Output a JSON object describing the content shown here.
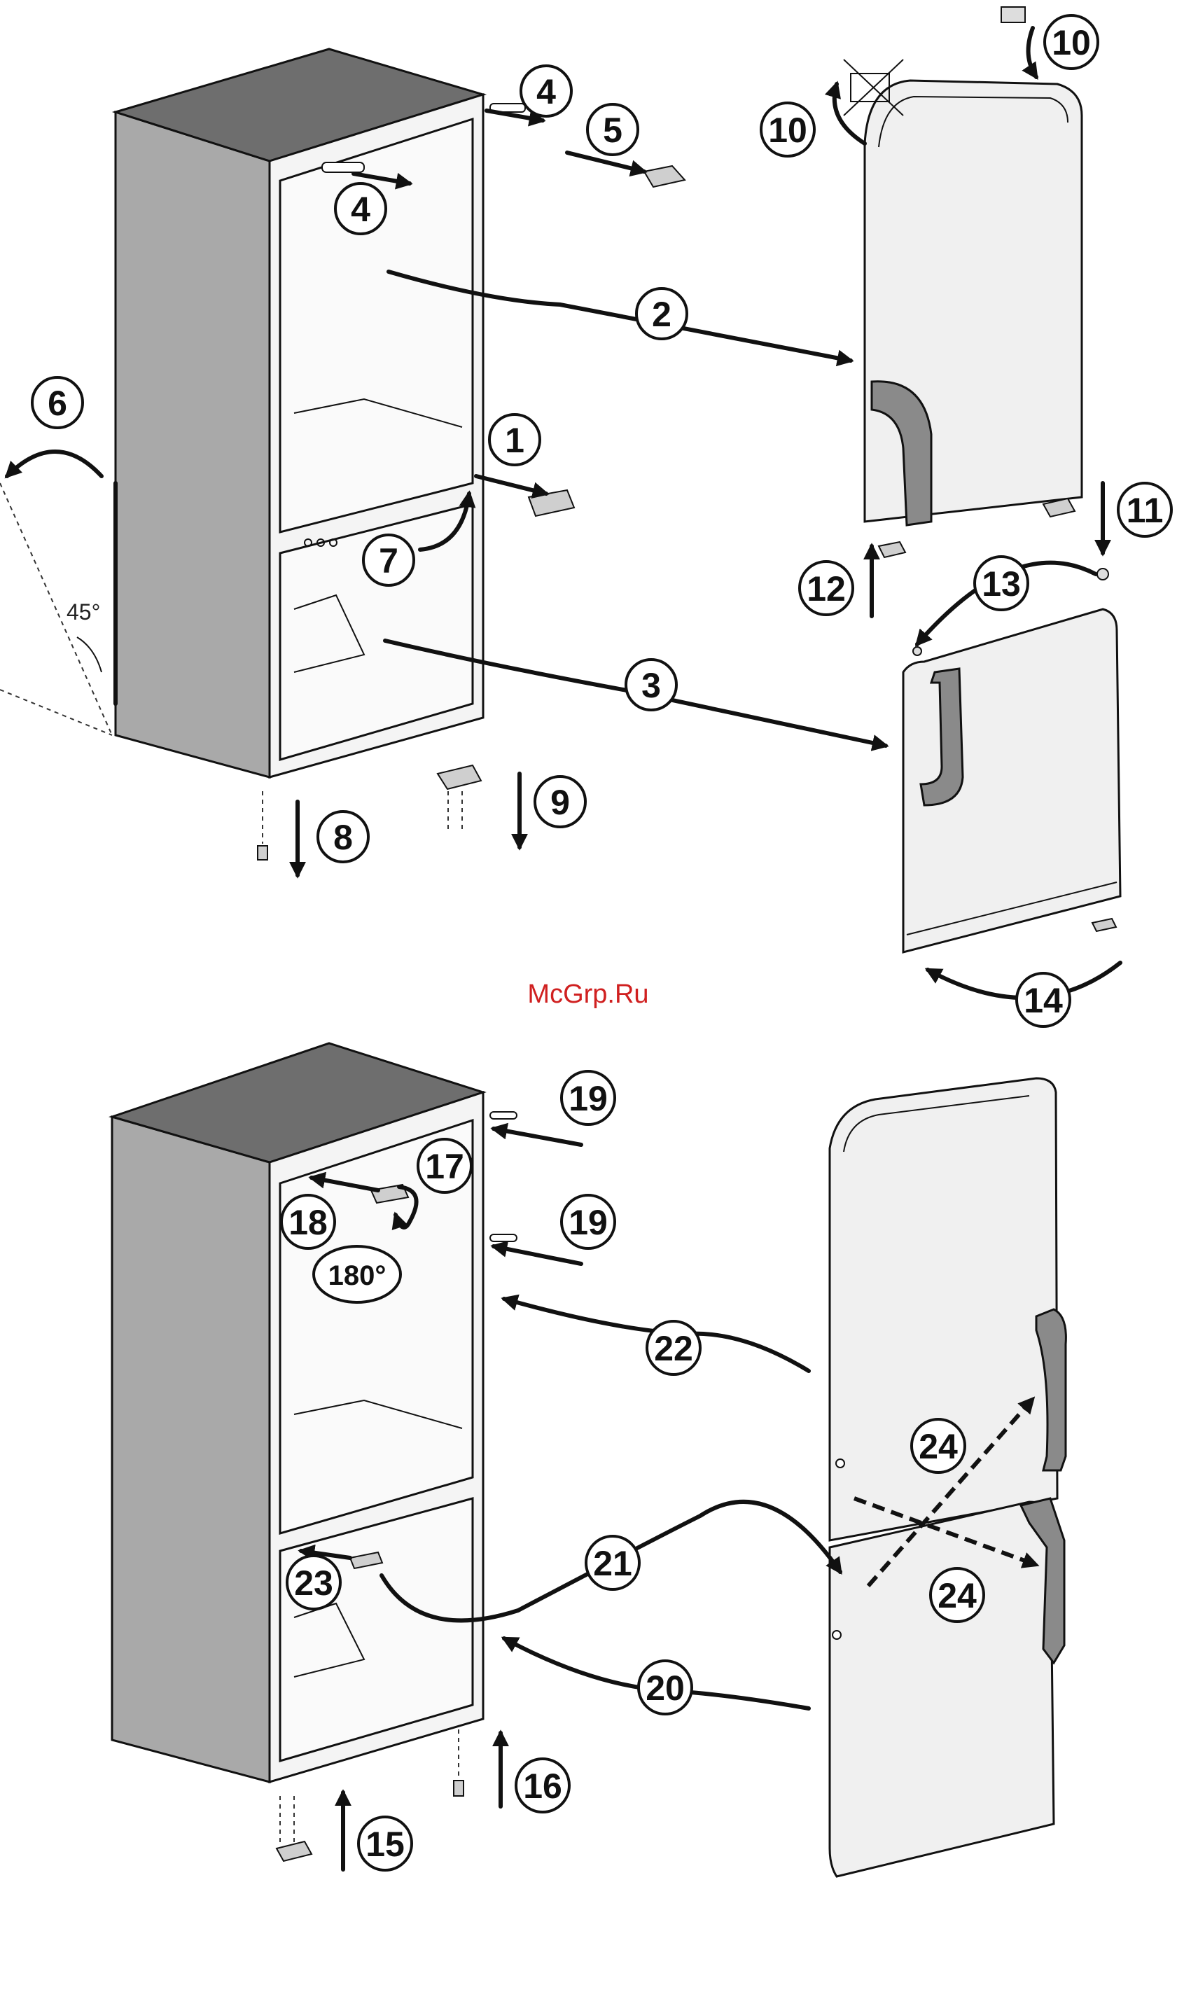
{
  "colors": {
    "cabinet_side": "#a9a9a9",
    "cabinet_top": "#6e6e6e",
    "cabinet_front": "#f4f4f4",
    "door_face": "#f0f0f0",
    "handle": "#8a8a8a",
    "watermark": "#d02020"
  },
  "watermark": "McGrp.Ru",
  "top_panel": {
    "angle_label": "45°",
    "steps": [
      {
        "id": "step-1",
        "label": "1"
      },
      {
        "id": "step-2",
        "label": "2"
      },
      {
        "id": "step-3",
        "label": "3"
      },
      {
        "id": "step-4a",
        "label": "4"
      },
      {
        "id": "step-4b",
        "label": "4"
      },
      {
        "id": "step-5",
        "label": "5"
      },
      {
        "id": "step-6",
        "label": "6"
      },
      {
        "id": "step-7",
        "label": "7"
      },
      {
        "id": "step-8",
        "label": "8"
      },
      {
        "id": "step-9",
        "label": "9"
      },
      {
        "id": "step-10a",
        "label": "10"
      },
      {
        "id": "step-10b",
        "label": "10"
      },
      {
        "id": "step-11",
        "label": "11"
      },
      {
        "id": "step-12",
        "label": "12"
      },
      {
        "id": "step-13",
        "label": "13"
      },
      {
        "id": "step-14",
        "label": "14"
      }
    ]
  },
  "bottom_panel": {
    "rotation_label": "180°",
    "steps": [
      {
        "id": "step-15",
        "label": "15"
      },
      {
        "id": "step-16",
        "label": "16"
      },
      {
        "id": "step-17",
        "label": "17"
      },
      {
        "id": "step-18",
        "label": "18"
      },
      {
        "id": "step-19a",
        "label": "19"
      },
      {
        "id": "step-19b",
        "label": "19"
      },
      {
        "id": "step-20",
        "label": "20"
      },
      {
        "id": "step-21",
        "label": "21"
      },
      {
        "id": "step-22",
        "label": "22"
      },
      {
        "id": "step-23",
        "label": "23"
      },
      {
        "id": "step-24a",
        "label": "24"
      },
      {
        "id": "step-24b",
        "label": "24"
      }
    ]
  }
}
